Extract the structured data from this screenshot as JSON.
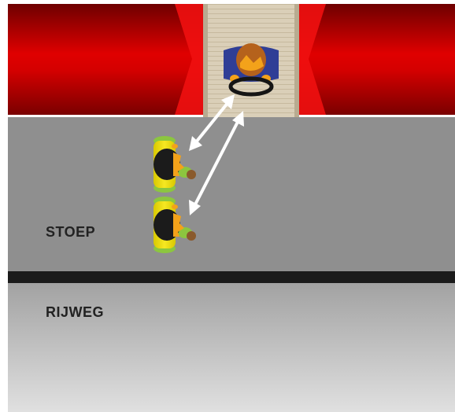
{
  "labels": {
    "sidewalk": "STOEP",
    "roadway": "RIJWEG"
  },
  "colors": {
    "vehicle_red": "#d90000",
    "sidewalk_gray": "#8e8e8e",
    "curb": "#1a1a1a",
    "roadway_top": "#a4a4a4",
    "roadway_bottom": "#dedede",
    "ramp": "#d8ccb4",
    "driver_shirt": "#2f3e96",
    "driver_hair": "#b5621c",
    "pedestrian_vest": "#f1e21b",
    "pedestrian_green": "#8cc63f",
    "arrow": "#ffffff"
  },
  "icons": [
    "driver-figure",
    "steering-wheel-icon",
    "pedestrian-figure",
    "double-arrow-icon"
  ]
}
